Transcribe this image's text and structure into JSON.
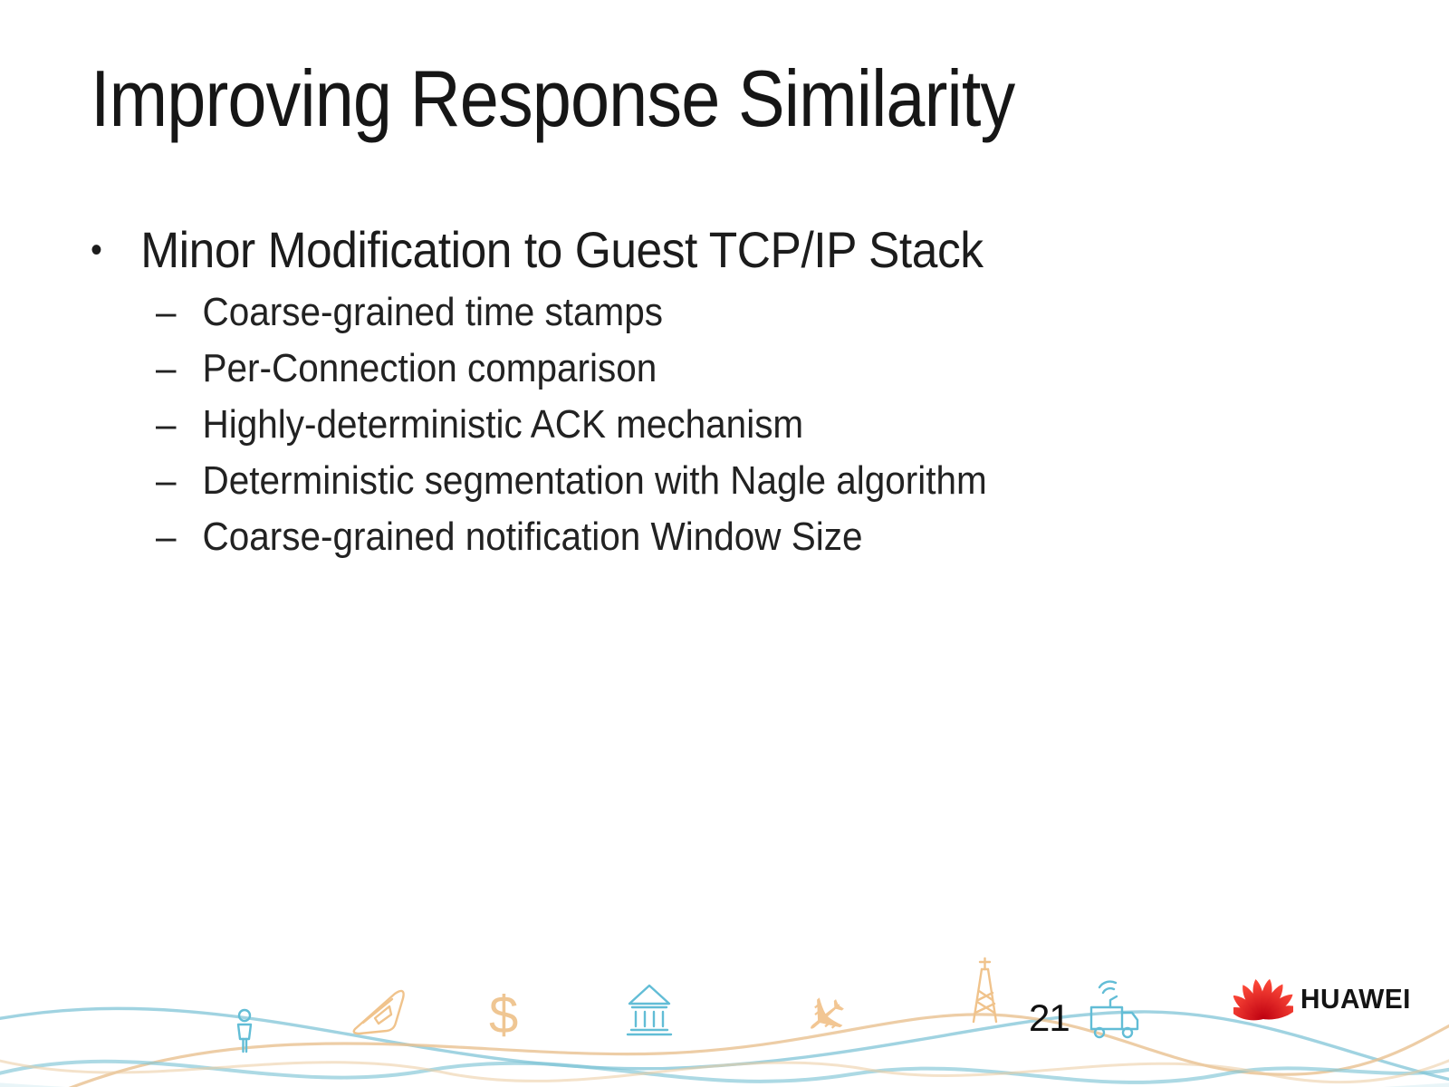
{
  "slide": {
    "title": "Improving Response Similarity",
    "page_number": "21"
  },
  "content": {
    "bullet_char": "•",
    "dash_char": "–",
    "main_bullet": "Minor Modification to Guest TCP/IP Stack",
    "sub_bullets": [
      "Coarse-grained time stamps",
      "Per-Connection comparison",
      "Highly-deterministic ACK mechanism",
      "Deterministic segmentation with Nagle algorithm",
      "Coarse-grained notification Window Size"
    ]
  },
  "footer": {
    "brand": "HUAWEI",
    "decoration_icons": [
      "person-icon",
      "train-icon",
      "dollar-icon",
      "bank-icon",
      "airplane-icon",
      "tower-icon",
      "satellite-truck-icon"
    ],
    "colors": {
      "wave_blue": "#8FCBDC",
      "wave_orange": "#E9C190",
      "icon_blue": "#62BDD6",
      "icon_orange": "#F0C38C",
      "logo_red": "#E2231A",
      "text_black": "#1B1B1B"
    }
  }
}
